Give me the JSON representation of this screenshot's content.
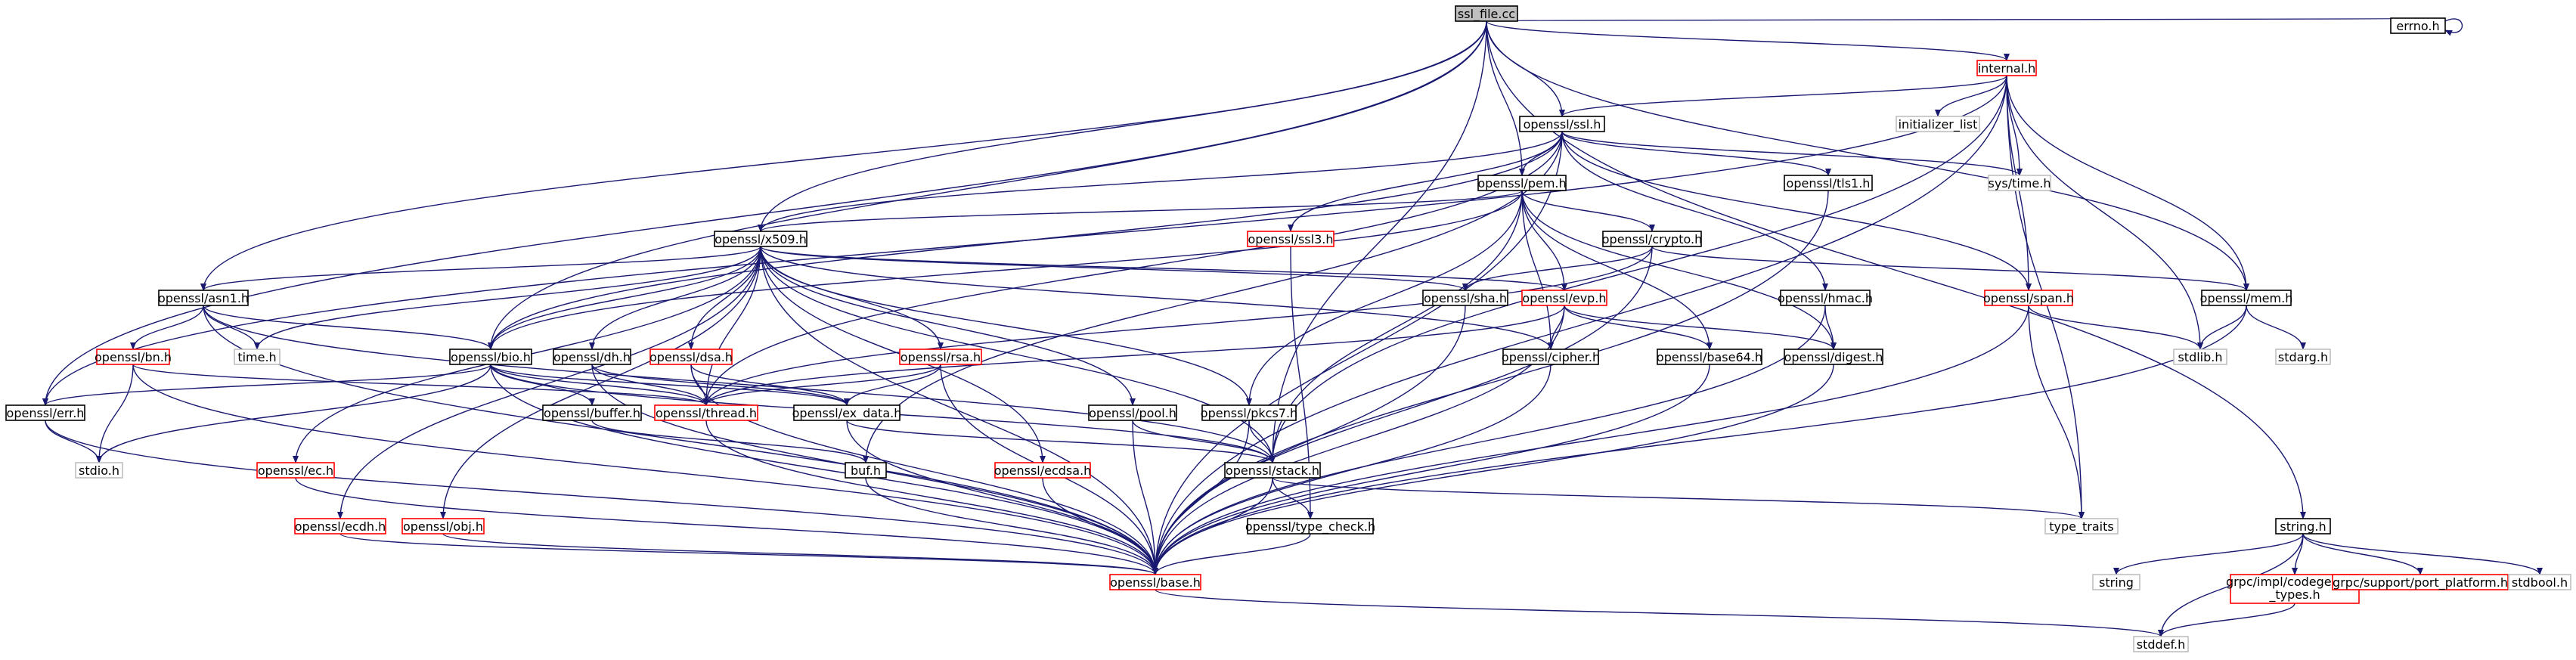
{
  "colors": {
    "edge": "#191970",
    "root_fill": "#bfbfbf",
    "node_border": "#000000",
    "missing_border": "#bfbfbf",
    "external_border": "#ff0000",
    "missing_text": "#808080"
  },
  "nodes": {
    "ssl_file": {
      "label": "ssl_file.cc",
      "kind": "root"
    },
    "internal_h": {
      "label": "internal.h",
      "kind": "external"
    },
    "errno_h": {
      "label": "errno.h",
      "kind": "normal"
    },
    "openssl_ssl_h": {
      "label": "openssl/ssl.h",
      "kind": "normal"
    },
    "initializer_list": {
      "label": "initializer_list",
      "kind": "missing"
    },
    "openssl_pem_h": {
      "label": "openssl/pem.h",
      "kind": "normal"
    },
    "openssl_tls1_h": {
      "label": "openssl/tls1.h",
      "kind": "normal"
    },
    "sys_time_h": {
      "label": "sys/time.h",
      "kind": "missing"
    },
    "openssl_x509_h": {
      "label": "openssl/x509.h",
      "kind": "normal"
    },
    "openssl_ssl3_h": {
      "label": "openssl/ssl3.h",
      "kind": "external"
    },
    "openssl_crypto_h": {
      "label": "openssl/crypto.h",
      "kind": "normal"
    },
    "openssl_asn1_h": {
      "label": "openssl/asn1.h",
      "kind": "normal"
    },
    "openssl_sha_h": {
      "label": "openssl/sha.h",
      "kind": "normal"
    },
    "openssl_evp_h": {
      "label": "openssl/evp.h",
      "kind": "external"
    },
    "openssl_hmac_h": {
      "label": "openssl/hmac.h",
      "kind": "normal"
    },
    "openssl_span_h": {
      "label": "openssl/span.h",
      "kind": "external"
    },
    "openssl_mem_h": {
      "label": "openssl/mem.h",
      "kind": "normal"
    },
    "openssl_bn_h": {
      "label": "openssl/bn.h",
      "kind": "external"
    },
    "time_h": {
      "label": "time.h",
      "kind": "missing"
    },
    "openssl_bio_h": {
      "label": "openssl/bio.h",
      "kind": "normal"
    },
    "openssl_dh_h": {
      "label": "openssl/dh.h",
      "kind": "normal"
    },
    "openssl_dsa_h": {
      "label": "openssl/dsa.h",
      "kind": "external"
    },
    "openssl_rsa_h": {
      "label": "openssl/rsa.h",
      "kind": "external"
    },
    "openssl_cipher_h": {
      "label": "openssl/cipher.h",
      "kind": "normal"
    },
    "openssl_base64_h": {
      "label": "openssl/base64.h",
      "kind": "normal"
    },
    "openssl_digest_h": {
      "label": "openssl/digest.h",
      "kind": "normal"
    },
    "stdlib_h": {
      "label": "stdlib.h",
      "kind": "missing"
    },
    "stdarg_h": {
      "label": "stdarg.h",
      "kind": "missing"
    },
    "openssl_err_h": {
      "label": "openssl/err.h",
      "kind": "normal"
    },
    "openssl_thread_h": {
      "label": "openssl/thread.h",
      "kind": "external"
    },
    "openssl_buffer_h": {
      "label": "openssl/buffer.h",
      "kind": "normal"
    },
    "openssl_ex_data_h": {
      "label": "openssl/ex_data.h",
      "kind": "normal"
    },
    "openssl_pool_h": {
      "label": "openssl/pool.h",
      "kind": "normal"
    },
    "openssl_pkcs7_h": {
      "label": "openssl/pkcs7.h",
      "kind": "normal"
    },
    "stdio_h": {
      "label": "stdio.h",
      "kind": "missing"
    },
    "openssl_ec_h": {
      "label": "openssl/ec.h",
      "kind": "external"
    },
    "buf_h": {
      "label": "buf.h",
      "kind": "normal"
    },
    "openssl_ecdsa_h": {
      "label": "openssl/ecdsa.h",
      "kind": "external"
    },
    "openssl_stack_h": {
      "label": "openssl/stack.h",
      "kind": "normal"
    },
    "type_traits": {
      "label": "type_traits",
      "kind": "missing"
    },
    "string_h": {
      "label": "string.h",
      "kind": "normal"
    },
    "openssl_ecdh_h": {
      "label": "openssl/ecdh.h",
      "kind": "external"
    },
    "openssl_obj_h": {
      "label": "openssl/obj.h",
      "kind": "external"
    },
    "openssl_type_check_h": {
      "label": "openssl/type_check.h",
      "kind": "normal"
    },
    "string": {
      "label": "string",
      "kind": "missing"
    },
    "grpc_codegen": {
      "label": "grpc/impl/codegen/gpr\n_types.h",
      "kind": "external"
    },
    "grpc_port": {
      "label": "grpc/support/port_platform.h",
      "kind": "external"
    },
    "stdbool_h": {
      "label": "stdbool.h",
      "kind": "missing"
    },
    "openssl_base_h": {
      "label": "openssl/base.h",
      "kind": "external"
    },
    "stddef_h": {
      "label": "stddef.h",
      "kind": "missing"
    }
  },
  "edges": [
    [
      "ssl_file",
      "internal_h"
    ],
    [
      "ssl_file",
      "errno_h"
    ],
    [
      "ssl_file",
      "openssl_ssl_h"
    ],
    [
      "ssl_file",
      "openssl_pem_h"
    ],
    [
      "ssl_file",
      "openssl_x509_h"
    ],
    [
      "ssl_file",
      "openssl_asn1_h"
    ],
    [
      "ssl_file",
      "openssl_bio_h"
    ],
    [
      "ssl_file",
      "openssl_err_h"
    ],
    [
      "ssl_file",
      "openssl_mem_h"
    ],
    [
      "ssl_file",
      "openssl_stack_h"
    ],
    [
      "ssl_file",
      "string_h"
    ],
    [
      "errno_h",
      "errno_h"
    ],
    [
      "internal_h",
      "openssl_ssl_h"
    ],
    [
      "internal_h",
      "initializer_list"
    ],
    [
      "internal_h",
      "sys_time_h"
    ],
    [
      "internal_h",
      "openssl_span_h"
    ],
    [
      "internal_h",
      "openssl_mem_h"
    ],
    [
      "internal_h",
      "stdlib_h"
    ],
    [
      "internal_h",
      "type_traits"
    ],
    [
      "internal_h",
      "openssl_base_h"
    ],
    [
      "internal_h",
      "openssl_err_h"
    ],
    [
      "internal_h",
      "openssl_stack_h"
    ],
    [
      "openssl_ssl_h",
      "openssl_pem_h"
    ],
    [
      "openssl_ssl_h",
      "openssl_tls1_h"
    ],
    [
      "openssl_ssl_h",
      "sys_time_h"
    ],
    [
      "openssl_ssl_h",
      "openssl_ssl3_h"
    ],
    [
      "openssl_ssl_h",
      "openssl_hmac_h"
    ],
    [
      "openssl_ssl_h",
      "openssl_span_h"
    ],
    [
      "openssl_ssl_h",
      "openssl_x509_h"
    ],
    [
      "openssl_ssl_h",
      "openssl_bio_h"
    ],
    [
      "openssl_ssl_h",
      "openssl_thread_h"
    ],
    [
      "openssl_ssl_h",
      "buf_h"
    ],
    [
      "openssl_ssl_h",
      "openssl_base_h"
    ],
    [
      "openssl_pem_h",
      "openssl_x509_h"
    ],
    [
      "openssl_pem_h",
      "openssl_crypto_h"
    ],
    [
      "openssl_pem_h",
      "openssl_evp_h"
    ],
    [
      "openssl_pem_h",
      "openssl_base64_h"
    ],
    [
      "openssl_pem_h",
      "openssl_digest_h"
    ],
    [
      "openssl_pem_h",
      "openssl_cipher_h"
    ],
    [
      "openssl_pem_h",
      "openssl_pkcs7_h"
    ],
    [
      "openssl_pem_h",
      "openssl_stack_h"
    ],
    [
      "openssl_pem_h",
      "openssl_bio_h"
    ],
    [
      "openssl_tls1_h",
      "openssl_base_h"
    ],
    [
      "openssl_ssl3_h",
      "openssl_type_check_h"
    ],
    [
      "openssl_hmac_h",
      "openssl_digest_h"
    ],
    [
      "openssl_hmac_h",
      "openssl_base_h"
    ],
    [
      "openssl_crypto_h",
      "openssl_sha_h"
    ],
    [
      "openssl_crypto_h",
      "openssl_mem_h"
    ],
    [
      "openssl_crypto_h",
      "openssl_thread_h"
    ],
    [
      "openssl_crypto_h",
      "openssl_base_h"
    ],
    [
      "openssl_x509_h",
      "openssl_asn1_h"
    ],
    [
      "openssl_x509_h",
      "time_h"
    ],
    [
      "openssl_x509_h",
      "openssl_bio_h"
    ],
    [
      "openssl_x509_h",
      "openssl_dh_h"
    ],
    [
      "openssl_x509_h",
      "openssl_dsa_h"
    ],
    [
      "openssl_x509_h",
      "openssl_rsa_h"
    ],
    [
      "openssl_x509_h",
      "openssl_sha_h"
    ],
    [
      "openssl_x509_h",
      "openssl_evp_h"
    ],
    [
      "openssl_x509_h",
      "openssl_cipher_h"
    ],
    [
      "openssl_x509_h",
      "openssl_thread_h"
    ],
    [
      "openssl_x509_h",
      "openssl_pool_h"
    ],
    [
      "openssl_x509_h",
      "openssl_pkcs7_h"
    ],
    [
      "openssl_x509_h",
      "openssl_stack_h"
    ],
    [
      "openssl_x509_h",
      "openssl_ec_h"
    ],
    [
      "openssl_x509_h",
      "openssl_ecdsa_h"
    ],
    [
      "openssl_x509_h",
      "openssl_ecdh_h"
    ],
    [
      "openssl_x509_h",
      "openssl_obj_h"
    ],
    [
      "openssl_x509_h",
      "openssl_base_h"
    ],
    [
      "openssl_asn1_h",
      "openssl_bn_h"
    ],
    [
      "openssl_asn1_h",
      "time_h"
    ],
    [
      "openssl_asn1_h",
      "openssl_bio_h"
    ],
    [
      "openssl_asn1_h",
      "openssl_stack_h"
    ],
    [
      "openssl_asn1_h",
      "openssl_base_h"
    ],
    [
      "openssl_bn_h",
      "openssl_thread_h"
    ],
    [
      "openssl_bn_h",
      "stdio_h"
    ],
    [
      "openssl_bn_h",
      "openssl_base_h"
    ],
    [
      "openssl_bio_h",
      "openssl_buffer_h"
    ],
    [
      "openssl_bio_h",
      "openssl_err_h"
    ],
    [
      "openssl_bio_h",
      "openssl_ex_data_h"
    ],
    [
      "openssl_bio_h",
      "openssl_thread_h"
    ],
    [
      "openssl_bio_h",
      "openssl_stack_h"
    ],
    [
      "openssl_bio_h",
      "stdio_h"
    ],
    [
      "openssl_bio_h",
      "openssl_base_h"
    ],
    [
      "openssl_dh_h",
      "openssl_ex_data_h"
    ],
    [
      "openssl_dh_h",
      "openssl_thread_h"
    ],
    [
      "openssl_dh_h",
      "openssl_base_h"
    ],
    [
      "openssl_dsa_h",
      "openssl_ex_data_h"
    ],
    [
      "openssl_dsa_h",
      "openssl_thread_h"
    ],
    [
      "openssl_dsa_h",
      "openssl_base_h"
    ],
    [
      "openssl_rsa_h",
      "openssl_ex_data_h"
    ],
    [
      "openssl_rsa_h",
      "openssl_thread_h"
    ],
    [
      "openssl_rsa_h",
      "openssl_base_h"
    ],
    [
      "openssl_sha_h",
      "openssl_base_h"
    ],
    [
      "openssl_evp_h",
      "openssl_base64_h"
    ],
    [
      "openssl_evp_h",
      "openssl_cipher_h"
    ],
    [
      "openssl_evp_h",
      "openssl_digest_h"
    ],
    [
      "openssl_evp_h",
      "openssl_thread_h"
    ],
    [
      "openssl_evp_h",
      "openssl_base_h"
    ],
    [
      "openssl_cipher_h",
      "openssl_base_h"
    ],
    [
      "openssl_base64_h",
      "openssl_base_h"
    ],
    [
      "openssl_digest_h",
      "openssl_base_h"
    ],
    [
      "openssl_span_h",
      "stdlib_h"
    ],
    [
      "openssl_span_h",
      "type_traits"
    ],
    [
      "openssl_span_h",
      "openssl_base_h"
    ],
    [
      "openssl_mem_h",
      "stdlib_h"
    ],
    [
      "openssl_mem_h",
      "stdarg_h"
    ],
    [
      "openssl_mem_h",
      "openssl_base_h"
    ],
    [
      "openssl_err_h",
      "stdio_h"
    ],
    [
      "openssl_err_h",
      "openssl_base_h"
    ],
    [
      "openssl_thread_h",
      "openssl_base_h"
    ],
    [
      "openssl_buffer_h",
      "buf_h"
    ],
    [
      "openssl_ex_data_h",
      "openssl_stack_h"
    ],
    [
      "openssl_ex_data_h",
      "openssl_base_h"
    ],
    [
      "openssl_pool_h",
      "openssl_stack_h"
    ],
    [
      "openssl_pool_h",
      "openssl_base_h"
    ],
    [
      "openssl_pkcs7_h",
      "openssl_stack_h"
    ],
    [
      "openssl_pkcs7_h",
      "openssl_base_h"
    ],
    [
      "buf_h",
      "openssl_base_h"
    ],
    [
      "openssl_ec_h",
      "openssl_base_h"
    ],
    [
      "openssl_ecdsa_h",
      "openssl_base_h"
    ],
    [
      "openssl_ecdh_h",
      "openssl_base_h"
    ],
    [
      "openssl_obj_h",
      "openssl_base_h"
    ],
    [
      "openssl_stack_h",
      "openssl_type_check_h"
    ],
    [
      "openssl_stack_h",
      "type_traits"
    ],
    [
      "openssl_stack_h",
      "openssl_base_h"
    ],
    [
      "openssl_type_check_h",
      "openssl_base_h"
    ],
    [
      "openssl_base_h",
      "stddef_h"
    ],
    [
      "string_h",
      "string"
    ],
    [
      "string_h",
      "grpc_codegen"
    ],
    [
      "string_h",
      "grpc_port"
    ],
    [
      "string_h",
      "stdbool_h"
    ],
    [
      "string_h",
      "stddef_h"
    ],
    [
      "grpc_codegen",
      "stddef_h"
    ]
  ]
}
